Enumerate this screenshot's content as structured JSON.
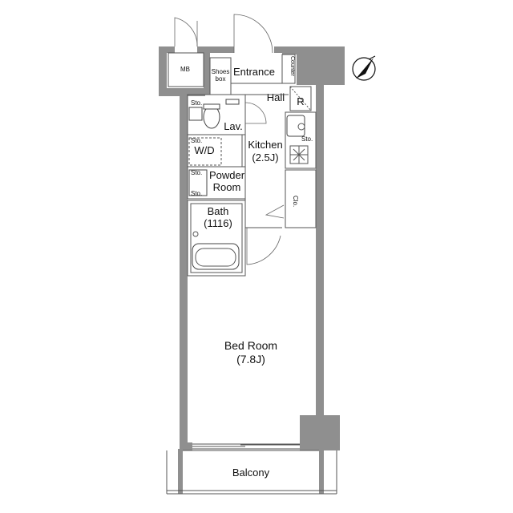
{
  "rooms": {
    "mb": "MB",
    "shoes_box": [
      "Shoes",
      "box"
    ],
    "entrance": "Entrance",
    "counter": "Counter",
    "hall": "Hall",
    "refrigerator": "R",
    "storage_sto": "Sto.",
    "lavatory": "Lav.",
    "kitchen": "Kitchen",
    "kitchen_size": "(2.5J)",
    "wd": "W/D",
    "powder_room": [
      "Powder",
      "Room"
    ],
    "bath": "Bath",
    "bath_size": "(1116)",
    "closet": "Clo.",
    "bedroom": "Bed Room",
    "bedroom_size": "(7.8J)",
    "balcony": "Balcony"
  },
  "colors": {
    "wall": "#8f8f8f",
    "line": "#444444"
  },
  "icons": [
    "north-arrow-icon"
  ]
}
